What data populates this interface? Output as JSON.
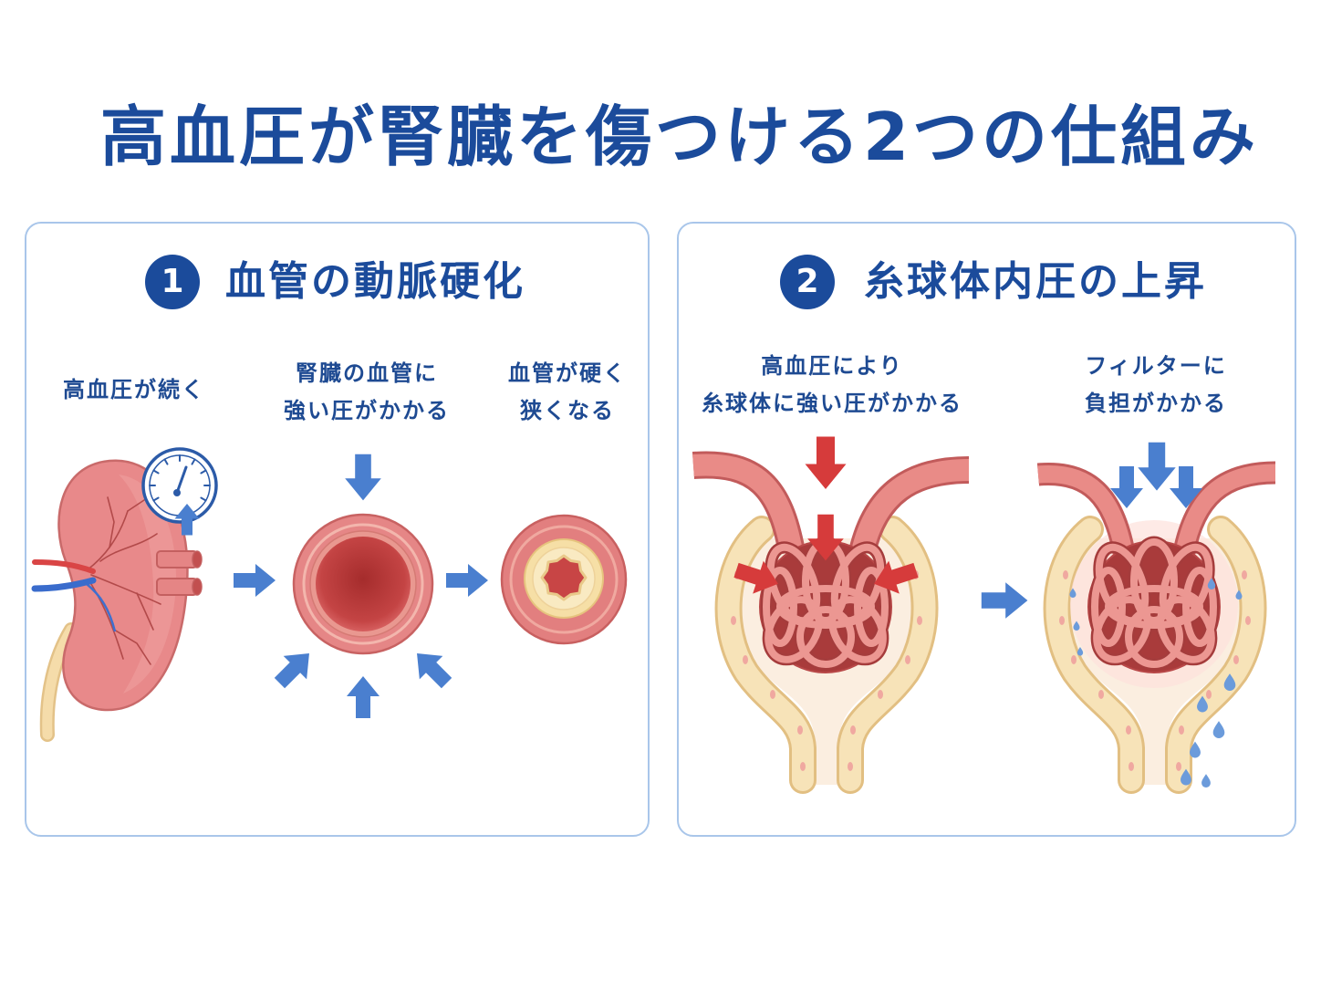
{
  "title": "高血圧が腎臓を傷つける2つの仕組み",
  "panels": [
    {
      "number": "1",
      "heading": "血管の動脈硬化",
      "steps": [
        {
          "lines": [
            "高血圧が続く"
          ]
        },
        {
          "lines": [
            "腎臓の血管に",
            "強い圧がかかる"
          ]
        },
        {
          "lines": [
            "血管が硬く",
            "狭くなる"
          ]
        }
      ]
    },
    {
      "number": "2",
      "heading": "糸球体内圧の上昇",
      "steps": [
        {
          "lines": [
            "高血圧により",
            "糸球体に強い圧がかかる"
          ]
        },
        {
          "lines": [
            "フィルターに",
            "負担がかかる"
          ]
        }
      ]
    }
  ],
  "colors": {
    "title": "#1b4b9b",
    "label": "#1e4a92",
    "badge": "#1b4b9b",
    "panel_border": "#a9c6ea",
    "arrow_blue": "#4a7fcf",
    "arrow_red": "#d63b3b"
  },
  "icons": {
    "kidney": "kidney-icon",
    "gauge": "pressure-gauge-icon",
    "vessel": "blood-vessel-cross-section-icon",
    "glomerulus": "glomerulus-icon",
    "droplet": "droplet-icon"
  }
}
